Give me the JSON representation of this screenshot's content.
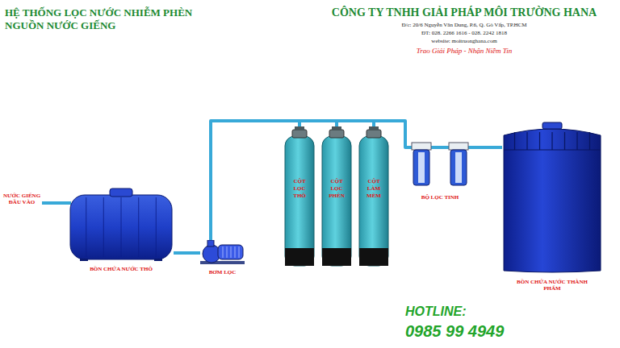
{
  "diagram": {
    "title": "HỆ THỐNG LỌC NƯỚC NHIỄM PHÈN NGUỒN NƯỚC GIẾNG",
    "nodes": [
      {
        "text": [
          "BỒN CHỨA NƯỚC THÔ"
        ]
      },
      {
        "text": [
          "BƠM LỌC"
        ]
      },
      {
        "text": [
          "CỘT LỌC THÔ"
        ]
      },
      {
        "text": [
          "CỘT LỌC PHÈN"
        ]
      },
      {
        "text": [
          "CỘT LÀM MỀM"
        ]
      },
      {
        "text": [
          "BỘ LỌC TINH"
        ]
      },
      {
        "text": [
          "BỒN CHỨA NƯỚC THÀNH PHẨM"
        ]
      }
    ],
    "edges": [
      {
        "from": 0,
        "to": 1,
        "arrow": "none"
      },
      {
        "from": 1,
        "to": 2,
        "arrow": "none"
      },
      {
        "from": 2,
        "to": 3,
        "arrow": "none"
      },
      {
        "from": 3,
        "to": 4,
        "arrow": "none"
      },
      {
        "from": 4,
        "to": 5,
        "arrow": "none"
      },
      {
        "from": 5,
        "to": 6,
        "arrow": "none"
      }
    ],
    "labels": [
      "NƯỚC GIẾNG ĐẦU VÀO",
      "CÔNG TY TNHH GIẢI PHÁP MÔI TRƯỜNG HANA",
      "Đ/c: 20/6 Nguyễn Văn Dung, P.6, Q. Gò Vấp, TP.HCM",
      "ĐT: 028. 2266 1616 - 028. 2242 1818",
      "website: moitruonghana.com",
      "Trao Giải Pháp - Nhận Niềm Tin",
      "HOTLINE:",
      "0985 99 4949"
    ]
  }
}
